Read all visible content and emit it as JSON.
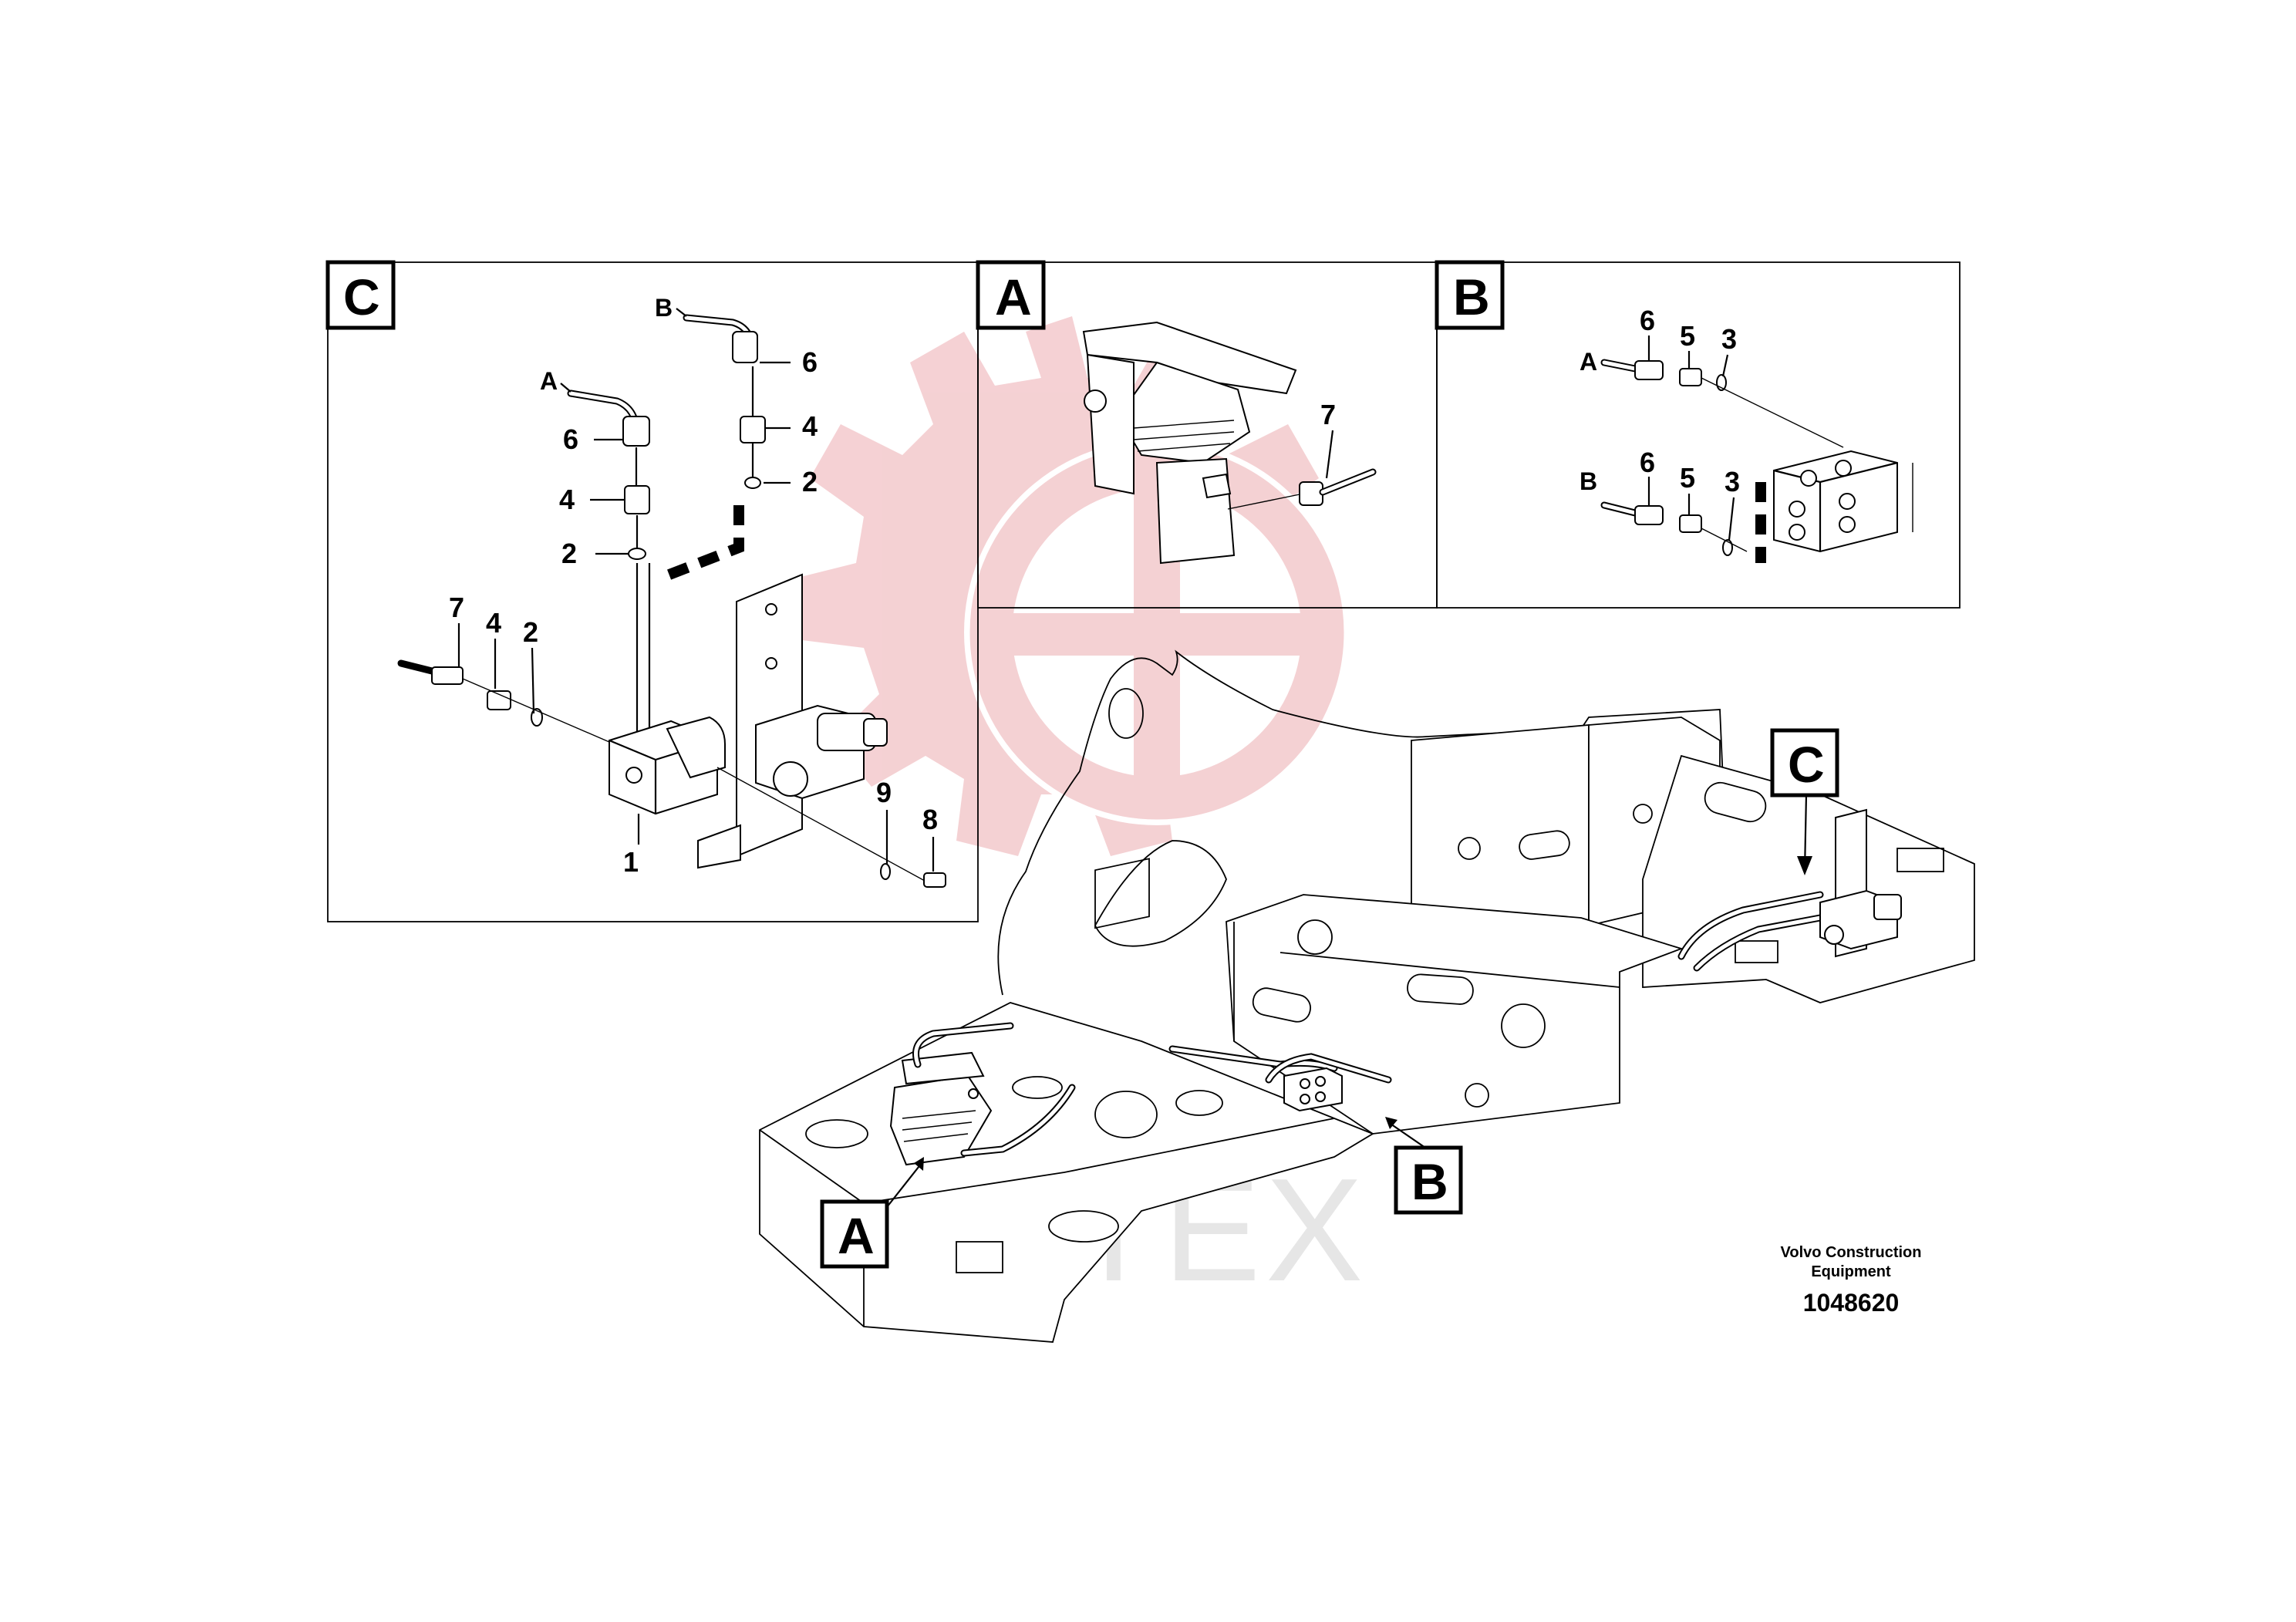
{
  "detail_views": {
    "C": {
      "letter": "C",
      "callouts": {
        "hose_b": "B",
        "fit6_b": "6",
        "adapter4_b": "4",
        "ring2_b": "2",
        "hose_a": "A",
        "fit6_a": "6",
        "adapter4_a": "4",
        "ring2_a": "2",
        "hose7": "7",
        "adapter4_side": "4",
        "ring2_side": "2",
        "block1": "1",
        "item9": "9",
        "item8": "8"
      }
    },
    "A": {
      "letter": "A",
      "callouts": {
        "hose7": "7"
      }
    },
    "B": {
      "letter": "B",
      "callouts": {
        "row_a_fit6": "6",
        "row_a_fit5": "5",
        "row_a_ring3": "3",
        "row_a_hose": "A",
        "row_b_fit6": "6",
        "row_b_fit5": "5",
        "row_b_ring3": "3",
        "row_b_hose": "B"
      }
    }
  },
  "overview_flags": {
    "C": "C",
    "A": "A",
    "B": "B"
  },
  "watermark": {
    "text": "AHTEX",
    "color": "#f3c9cc"
  },
  "footer": {
    "company": "Volvo Construction",
    "company_line2": "Equipment",
    "part_number": "1048620"
  }
}
